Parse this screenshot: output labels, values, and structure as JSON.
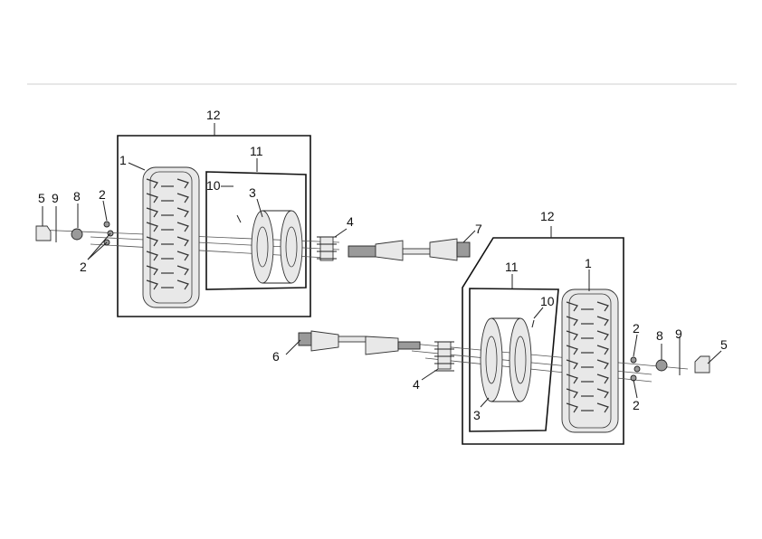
{
  "callouts": {
    "left": {
      "n12": "12",
      "n11": "11",
      "n10": "10",
      "n3": "3",
      "n1": "1",
      "n5": "5",
      "n9": "9",
      "n8": "8",
      "n2_top": "2",
      "n2_bottom": "2",
      "n4": "4",
      "n7": "7"
    },
    "right": {
      "n12": "12",
      "n11": "11",
      "n10": "10",
      "n3": "3",
      "n1": "1",
      "n2_top": "2",
      "n2_bottom": "2",
      "n8": "8",
      "n9": "9",
      "n5": "5",
      "n4": "4",
      "n6": "6"
    }
  }
}
